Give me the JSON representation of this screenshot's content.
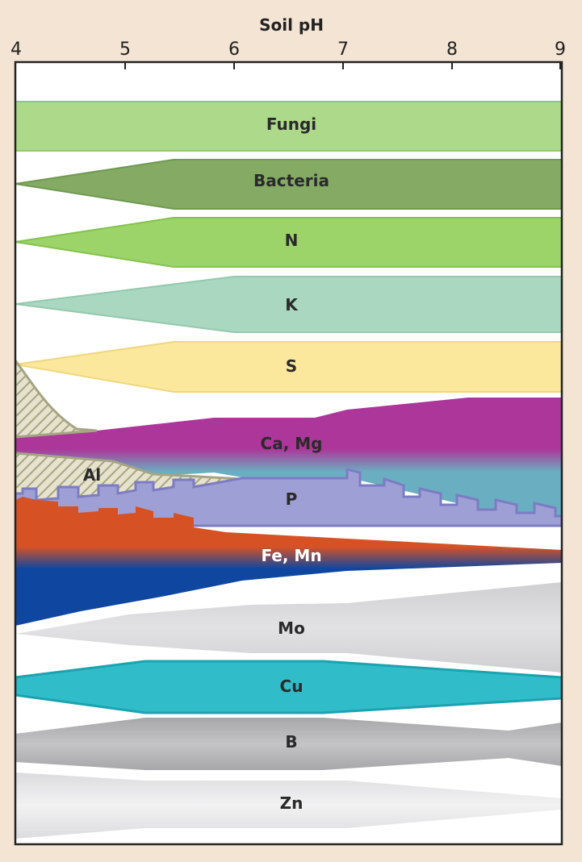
{
  "axis": {
    "title": "Soil pH",
    "ticks": [
      "4",
      "5",
      "6",
      "7",
      "8",
      "9"
    ]
  },
  "bands": {
    "fungi": "Fungi",
    "bacteria": "Bacteria",
    "n": "N",
    "k": "K",
    "s": "S",
    "ca_mg": "Ca, Mg",
    "al": "Al",
    "p": "P",
    "fe_mn": "Fe, Mn",
    "mo": "Mo",
    "cu": "Cu",
    "b": "B",
    "zn": "Zn"
  },
  "colors": {
    "background": "#f3e4d3",
    "fungi": "#acd98a",
    "bacteria": "#84aa64",
    "n": "#9dd46a",
    "k": "#a9d7bf",
    "s": "#fbe89c",
    "ca_mg": "#ac3699",
    "p": "#9e9fd4",
    "fe_mn_top": "#d65225",
    "fe_mn_bottom": "#0f47a0",
    "mo": "#d5d5d7",
    "cu": "#30bcc8",
    "b": "#b4b4b6",
    "zn": "#e6e6e6",
    "al_hatch": "#a5a583"
  }
}
